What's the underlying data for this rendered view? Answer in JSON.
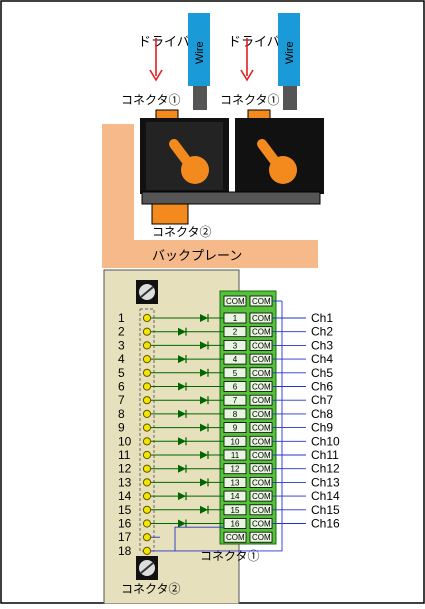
{
  "top": {
    "driver_label": "ドライバ",
    "wire_label": "Wire",
    "connector1_label": "コネクタ①",
    "connector2_label": "コネクタ②",
    "backplane_label": "バックプレーン"
  },
  "board": {
    "pin_numbers": [
      "1",
      "2",
      "3",
      "4",
      "5",
      "6",
      "7",
      "8",
      "9",
      "10",
      "11",
      "12",
      "13",
      "14",
      "15",
      "16",
      "17",
      "18"
    ],
    "terminal_numbers": [
      "1",
      "2",
      "3",
      "4",
      "5",
      "6",
      "7",
      "8",
      "9",
      "10",
      "11",
      "12",
      "13",
      "14",
      "15",
      "16"
    ],
    "com_label": "COM",
    "channels": [
      "Ch1",
      "Ch2",
      "Ch3",
      "Ch4",
      "Ch5",
      "Ch6",
      "Ch7",
      "Ch8",
      "Ch9",
      "Ch10",
      "Ch11",
      "Ch12",
      "Ch13",
      "Ch14",
      "Ch15",
      "Ch16"
    ],
    "connector1_label": "コネクタ①",
    "connector2_label": "コネクタ②"
  },
  "colors": {
    "backplane": "#f6b98a",
    "driver_body": "#111111",
    "knob": "#f28a1e",
    "wire_blue": "#1a9bd7",
    "arrow_red": "#e02020",
    "board_bg": "#e6e0bc",
    "terminal_green": "#55c13b",
    "pin_yellow": "#f2e600",
    "diode_green": "#006600",
    "com_line_blue": "#2233cc"
  }
}
